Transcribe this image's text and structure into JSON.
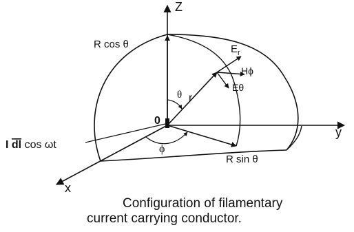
{
  "labels": {
    "z_axis": "Z",
    "y_axis": "y",
    "x_axis": "x",
    "origin": "0",
    "r_cos": "R cos θ",
    "r_sin": "R sin θ",
    "r": "r",
    "theta": "θ",
    "phi": "ϕ",
    "e_r_main": "E",
    "e_r_sub": "r",
    "e_theta": "Eθ",
    "h_phi": "Hϕ",
    "current_i": "I",
    "current_dl": "dl",
    "current_rest": "cos ωt"
  },
  "caption": {
    "line1": "Configuration of filamentary",
    "line2": "current carrying conductor."
  }
}
